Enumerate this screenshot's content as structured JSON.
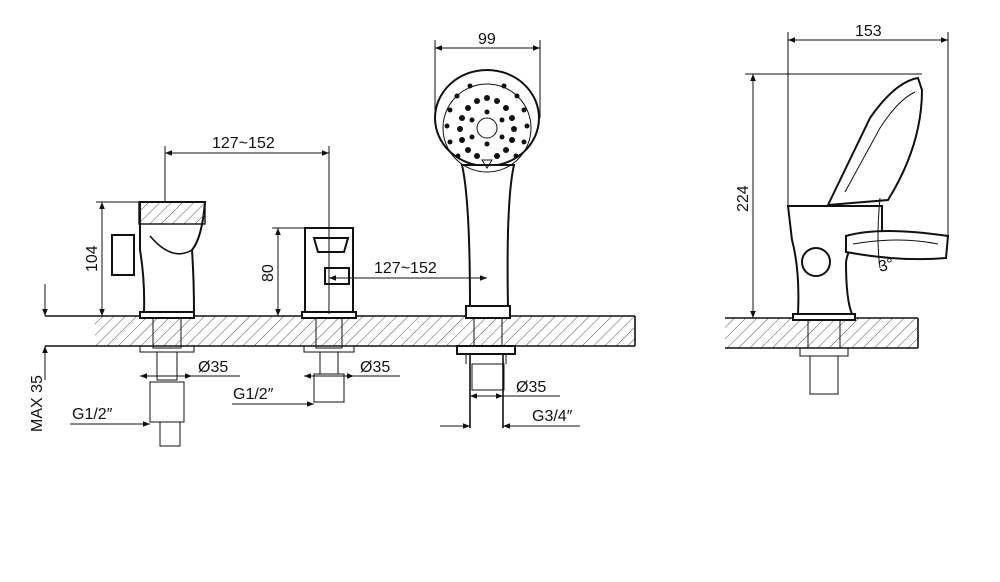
{
  "dimensions": {
    "handshower_width": "99",
    "spout_depth": "153",
    "spout_height": "224",
    "spacing_left": "127~152",
    "spacing_right": "127~152",
    "mixer_height": "104",
    "diverter_height": "80",
    "max_deck": "MAX 35",
    "hole_1": "Ø35",
    "hole_2": "Ø35",
    "hole_3": "Ø35",
    "thread_1": "G1/2″",
    "thread_2": "G1/2″",
    "thread_3": "G3/4″",
    "angle": "3°"
  }
}
